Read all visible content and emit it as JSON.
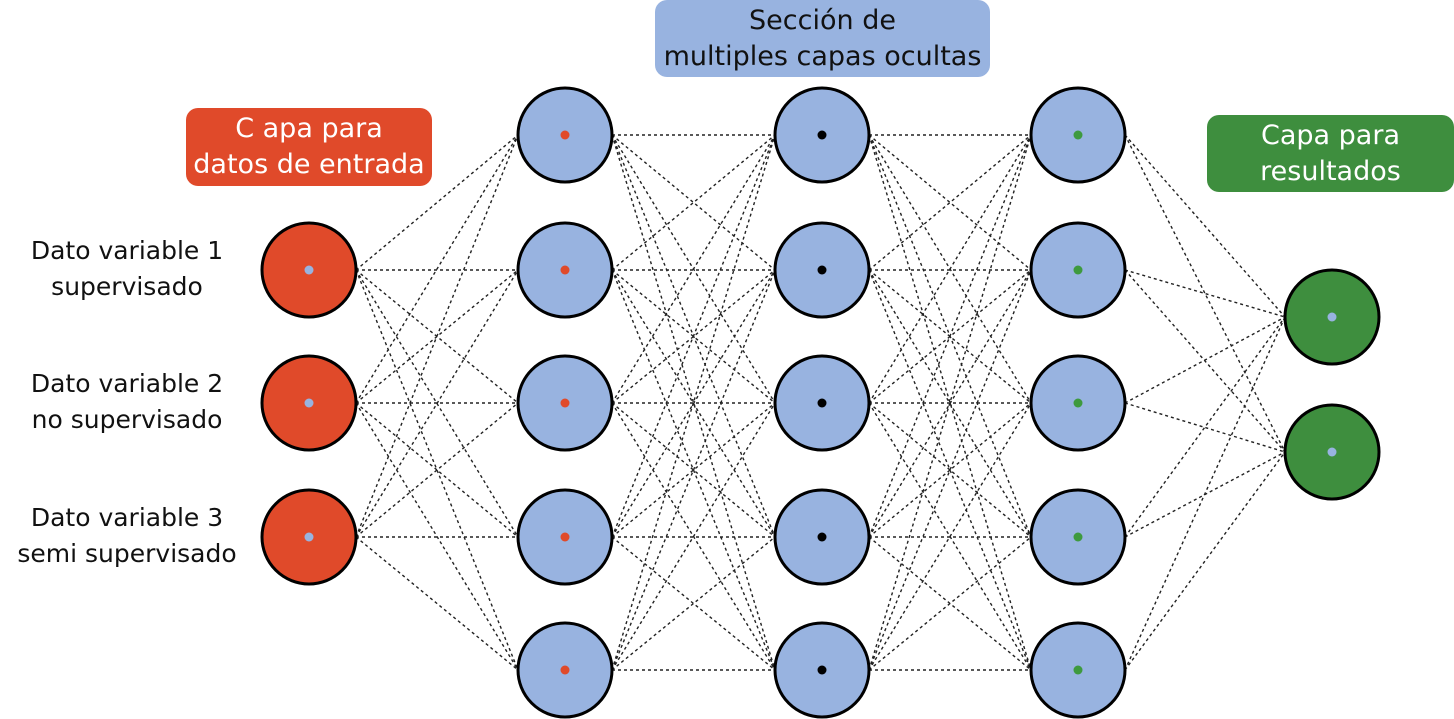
{
  "titles": {
    "input": [
      "C apa para",
      "datos de entrada"
    ],
    "hidden": [
      "Sección de",
      "multiples capas ocultas"
    ],
    "output": [
      "Capa para",
      "resultados"
    ]
  },
  "input_labels": [
    [
      "Dato variable 1",
      "supervisado"
    ],
    [
      "Dato variable 2",
      "no supervisado"
    ],
    [
      "Dato variable 3",
      "semi supervisado"
    ]
  ],
  "layers": [
    {
      "name": "input",
      "nodes": 3,
      "fill": "#e04a2a",
      "dot": "#98b3e0"
    },
    {
      "name": "hidden-1",
      "nodes": 5,
      "fill": "#98b3e0",
      "dot": "#e04a2a"
    },
    {
      "name": "hidden-2",
      "nodes": 5,
      "fill": "#98b3e0",
      "dot": "#000000"
    },
    {
      "name": "hidden-3",
      "nodes": 5,
      "fill": "#98b3e0",
      "dot": "#3e9a3e"
    },
    {
      "name": "output",
      "nodes": 2,
      "fill": "#3e8e3e",
      "dot": "#98b3e0"
    }
  ],
  "colors": {
    "red": "#e04a2a",
    "blue": "#98b3e0",
    "green": "#3e8e3e"
  }
}
